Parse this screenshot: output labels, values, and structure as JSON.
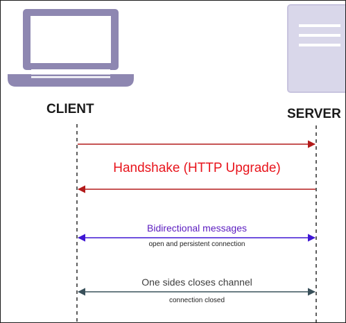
{
  "actors": {
    "client": {
      "label": "CLIENT",
      "icon": "laptop-icon"
    },
    "server": {
      "label": "SERVER",
      "icon": "server-icon"
    }
  },
  "messages": {
    "handshake": {
      "label": "Handshake (HTTP Upgrade)",
      "color": "#b31b1b",
      "text_color": "#e8141c"
    },
    "bidirectional": {
      "label": "Bidirectional messages",
      "sublabel": "open and persistent connection",
      "color": "#3f16d4",
      "text_color": "#5a1bbf"
    },
    "close": {
      "label": "One sides closes channel",
      "sublabel": "connection closed",
      "color": "#39505a",
      "text_color": "#3d3d3d"
    }
  },
  "colors": {
    "icon_fill": "#8e87b1",
    "icon_body": "#d9d7ea",
    "lifeline": "#1a1a1a"
  }
}
